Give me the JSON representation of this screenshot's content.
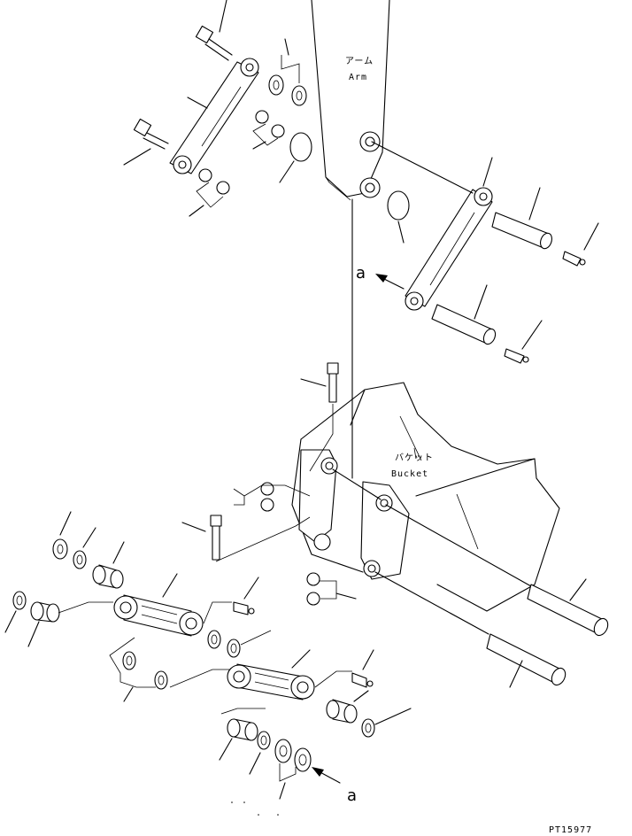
{
  "labels": {
    "arm_jp": "アーム",
    "arm_en": "Arm",
    "bucket_jp": "バケット",
    "bucket_en": "Bucket",
    "ref_top": "a",
    "ref_bottom": "a",
    "drawing_no": "PT15977"
  }
}
